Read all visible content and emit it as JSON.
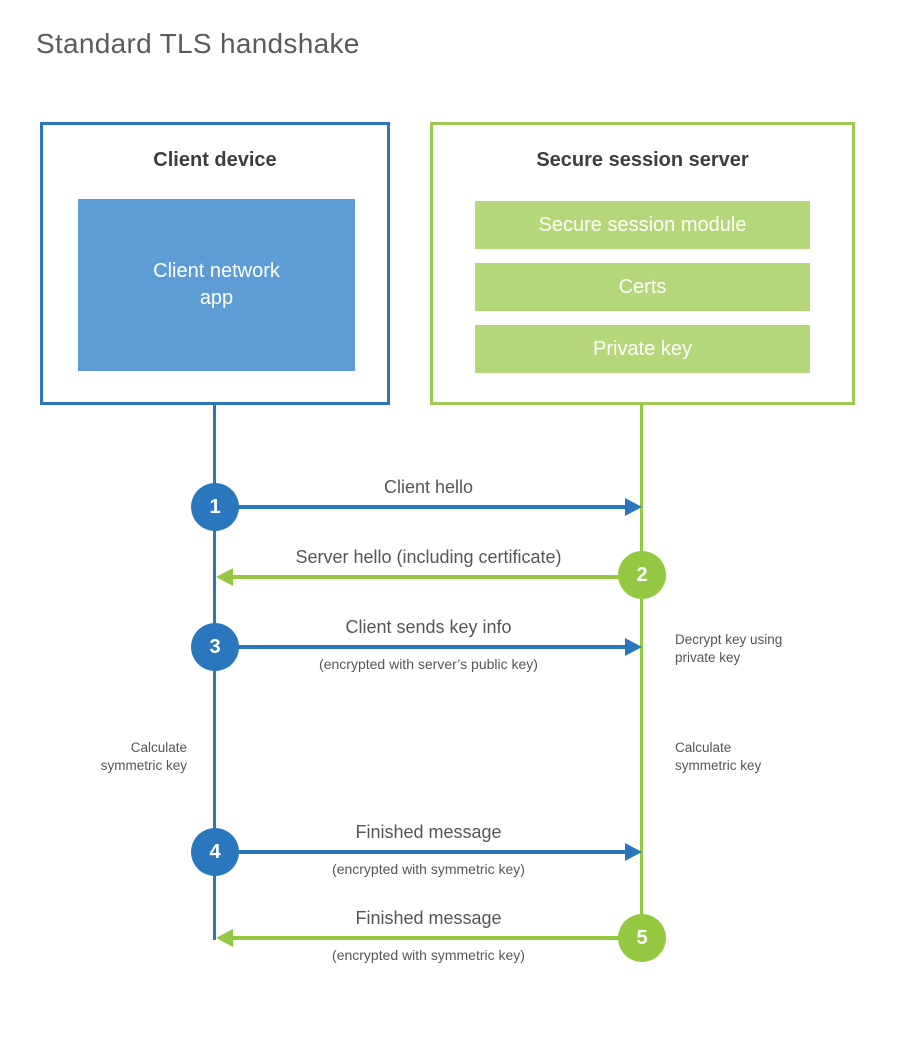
{
  "title": "Standard TLS handshake",
  "colors": {
    "blue_primary": "#2b77bd",
    "blue_fill": "#5d9cd4",
    "green_primary": "#94c840",
    "green_fill": "#b4d77a",
    "heading_text": "#3d3e42",
    "label_text": "#54565b"
  },
  "client": {
    "heading": "Client device",
    "app_label": "Client network app"
  },
  "server": {
    "heading": "Secure session server",
    "modules": [
      "Secure session module",
      "Certs",
      "Private key"
    ]
  },
  "messages": [
    {
      "step": "1",
      "direction": "client-to-server",
      "label": "Client hello",
      "sublabel": ""
    },
    {
      "step": "2",
      "direction": "server-to-client",
      "label": "Server hello (including certificate)",
      "sublabel": ""
    },
    {
      "step": "3",
      "direction": "client-to-server",
      "label": "Client sends key info",
      "sublabel": "(encrypted with server’s public key)"
    },
    {
      "step": "4",
      "direction": "client-to-server",
      "label": "Finished message",
      "sublabel": "(encrypted with symmetric key)"
    },
    {
      "step": "5",
      "direction": "server-to-client",
      "label": "Finished message",
      "sublabel": "(encrypted with symmetric key)"
    }
  ],
  "notes": [
    {
      "id": "decrypt-note",
      "text": "Decrypt key using\nprivate key"
    },
    {
      "id": "calc-left-note",
      "text": "Calculate\nsymmetric key"
    },
    {
      "id": "calc-right-note",
      "text": "Calculate\nsymmetric key"
    }
  ]
}
